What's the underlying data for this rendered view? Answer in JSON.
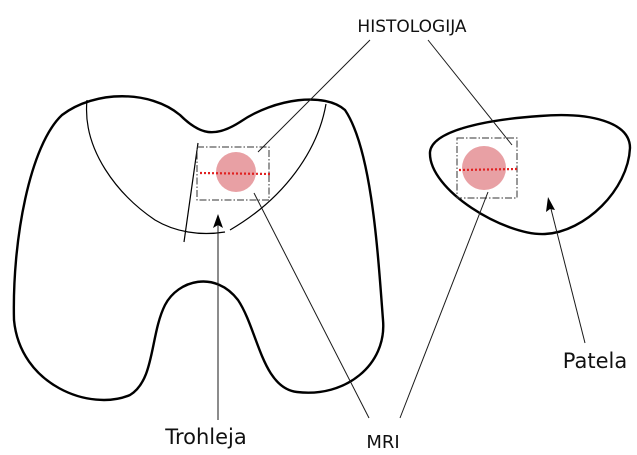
{
  "labels": {
    "histology": "HISTOLOGIJA",
    "mri": "MRI",
    "trochlea": "Trohleja",
    "patella": "Patela"
  },
  "colors": {
    "sample_fill": "#e8a0a4",
    "cut_line": "#e02020",
    "outline": "#000000"
  }
}
